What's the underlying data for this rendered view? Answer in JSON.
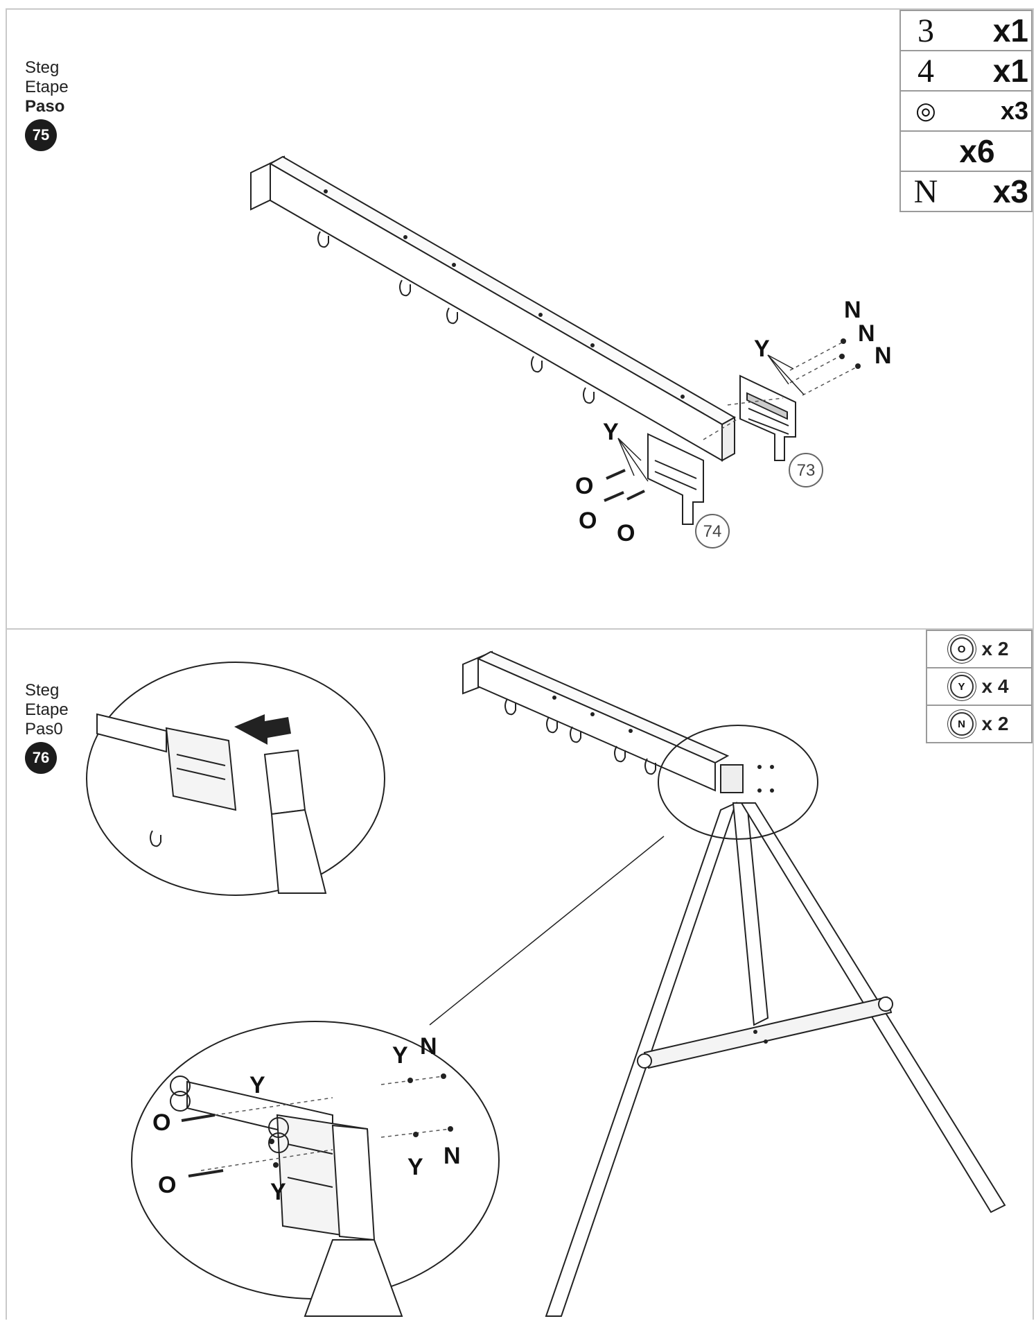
{
  "step75": {
    "label_lines": [
      "Steg",
      "Etape",
      "Paso"
    ],
    "number": "75",
    "parts": [
      {
        "symbol": "3",
        "qty": "x1"
      },
      {
        "symbol": "4",
        "qty": "x1"
      },
      {
        "symbol": "◎",
        "qty": "x3"
      },
      {
        "symbol": "",
        "qty": "x6"
      },
      {
        "symbol": "N",
        "qty": "x3"
      }
    ],
    "callouts": {
      "n1": "N",
      "n2": "N",
      "n3": "N",
      "y1": "Y",
      "y2": "Y",
      "o1": "O",
      "o2": "O",
      "o3": "O",
      "part73": "73",
      "part74": "74"
    }
  },
  "step76": {
    "label_lines": [
      "Steg",
      "Etape",
      "Pas0"
    ],
    "number": "76",
    "parts": [
      {
        "symbol": "O",
        "qty": "x 2"
      },
      {
        "symbol": "Y",
        "qty": "x 4"
      },
      {
        "symbol": "N",
        "qty": "x 2"
      }
    ],
    "callouts": {
      "y1": "Y",
      "n1": "N",
      "y2": "Y",
      "o1": "O",
      "y3": "Y",
      "n2": "N",
      "o2": "O",
      "y4": "Y"
    }
  }
}
